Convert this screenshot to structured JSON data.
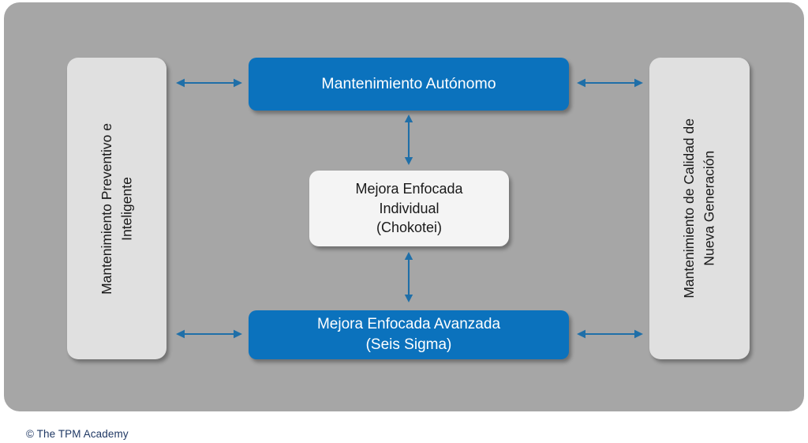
{
  "diagram": {
    "title": "TPM Pillars Relationship Diagram",
    "background_color": "#a6a6a6",
    "canvas_background": "#ffffff",
    "accent_blue": "#0b72bd",
    "arrow_color": "#1f6fa8",
    "light_box_color": "#e0e0e0",
    "white_box_color": "#f4f4f4",
    "nodes": {
      "top": {
        "label": "Mantenimiento Autónomo",
        "style": "blue",
        "text_color": "#ffffff"
      },
      "bottom": {
        "label": "Mejora Enfocada Avanzada\n(Seis Sigma)",
        "style": "blue",
        "text_color": "#ffffff"
      },
      "center": {
        "label": "Mejora Enfocada\nIndividual\n(Chokotei)",
        "style": "white",
        "text_color": "#1a1a1a"
      },
      "left": {
        "label": "Mantenimiento Preventivo e\nInteligente",
        "style": "light",
        "orientation": "vertical",
        "text_color": "#1a1a1a"
      },
      "right": {
        "label": "Mantenimiento de Calidad de\nNueva Generación",
        "style": "light",
        "orientation": "vertical",
        "text_color": "#1a1a1a"
      }
    },
    "connectors": [
      {
        "name": "left-top",
        "from": "left",
        "to": "top",
        "direction": "horizontal",
        "heads": "double"
      },
      {
        "name": "left-bottom",
        "from": "left",
        "to": "bottom",
        "direction": "horizontal",
        "heads": "double"
      },
      {
        "name": "right-top",
        "from": "top",
        "to": "right",
        "direction": "horizontal",
        "heads": "double"
      },
      {
        "name": "right-bottom",
        "from": "bottom",
        "to": "right",
        "direction": "horizontal",
        "heads": "double"
      },
      {
        "name": "center-top",
        "from": "top",
        "to": "center",
        "direction": "vertical",
        "heads": "double"
      },
      {
        "name": "center-bottom",
        "from": "center",
        "to": "bottom",
        "direction": "vertical",
        "heads": "double"
      }
    ]
  },
  "footer": {
    "credit": "© The TPM Academy"
  }
}
